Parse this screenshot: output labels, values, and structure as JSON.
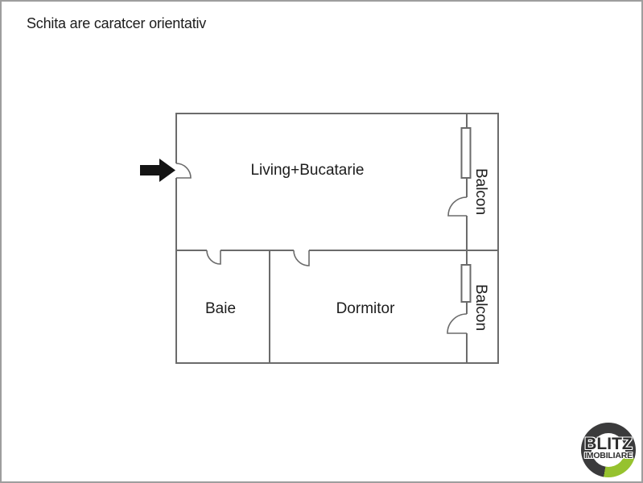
{
  "page": {
    "disclaimer": "Schita are caratcer orientativ"
  },
  "floorplan": {
    "rooms": [
      {
        "name": "living-bucatarie",
        "label": "Living+Bucatarie"
      },
      {
        "name": "baie",
        "label": "Baie"
      },
      {
        "name": "dormitor",
        "label": "Dormitor"
      },
      {
        "name": "balcon-top",
        "label": "Balcon"
      },
      {
        "name": "balcon-bottom",
        "label": "Balcon"
      }
    ],
    "icons": {
      "entrance": "entrance-arrow-icon",
      "windows": "window-icon"
    }
  },
  "logo": {
    "line1": "BLITZ",
    "line2": "IMOBILIARE",
    "ring_color": "#3b3b3c",
    "accent_color": "#96c22e"
  },
  "colors": {
    "wall": "#6b6b6b",
    "text": "#1c1c1c",
    "page_background": "#ffffff",
    "page_border": "#9e9e9e"
  }
}
